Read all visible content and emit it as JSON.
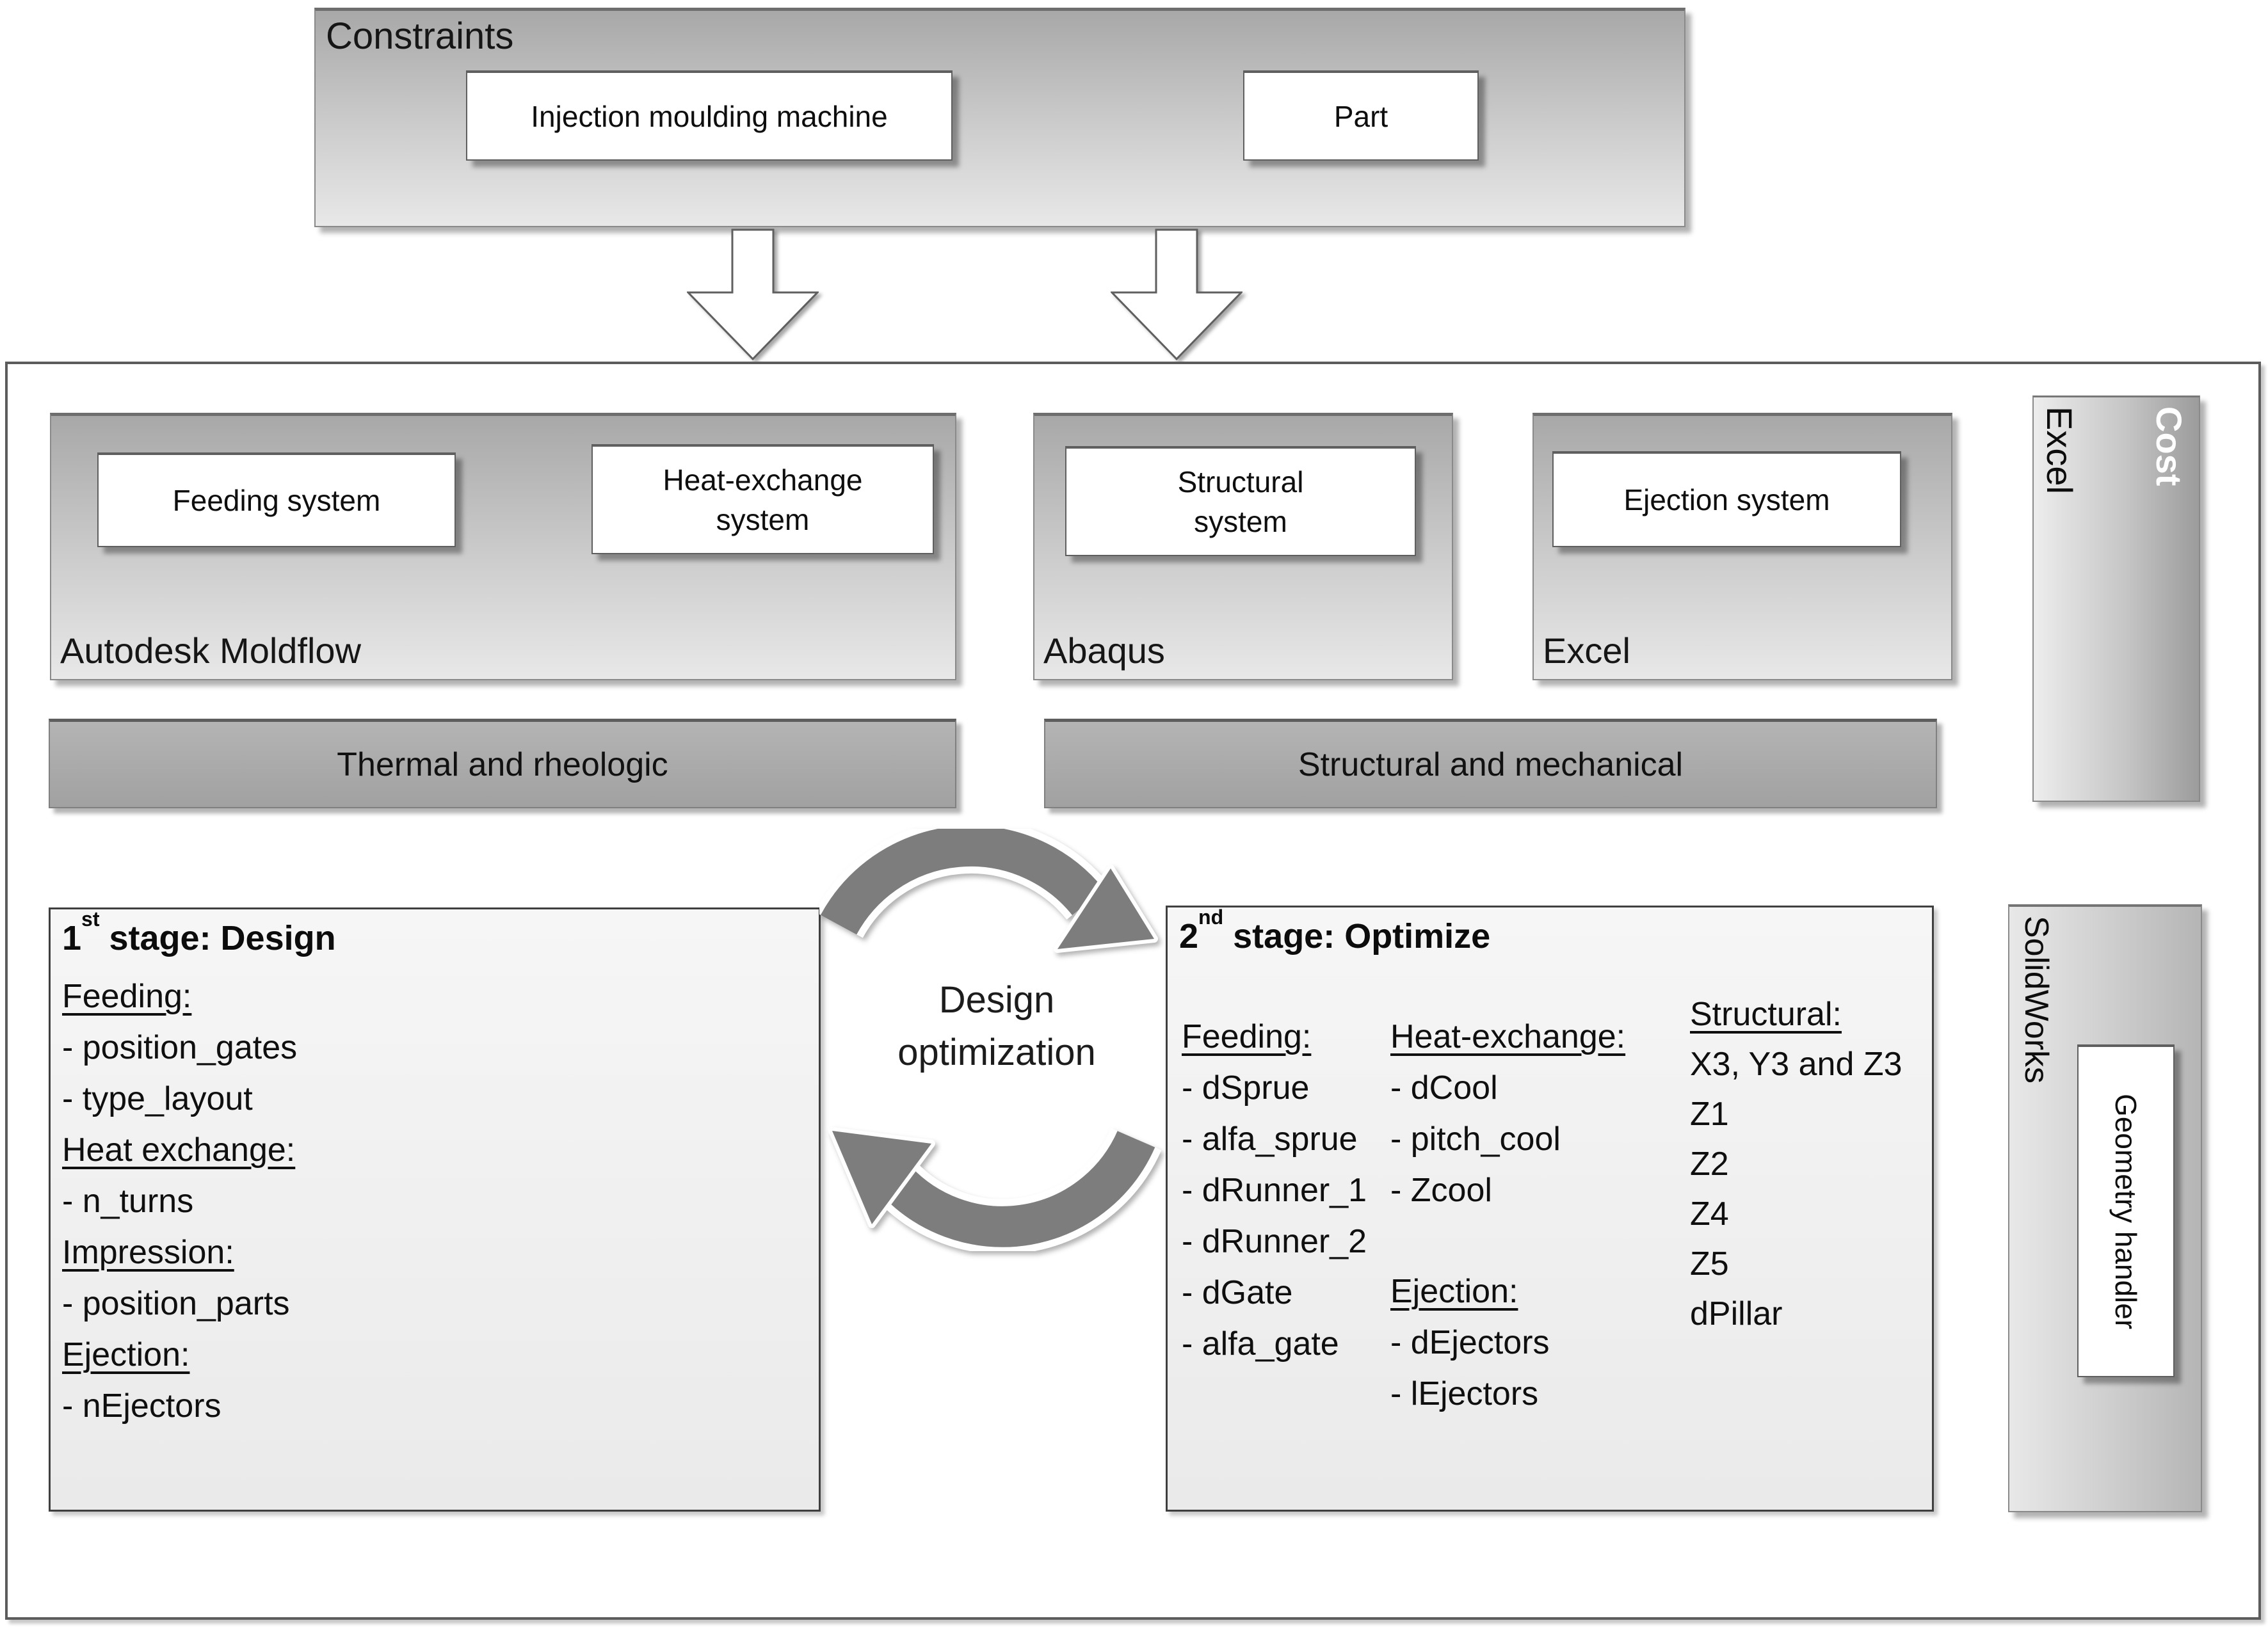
{
  "constraints": {
    "label": "Constraints",
    "machine": "Injection moulding machine",
    "part": "Part"
  },
  "tools": {
    "moldflow": {
      "label": "Autodesk Moldflow",
      "feeding": "Feeding system",
      "heat": "Heat-exchange system"
    },
    "abaqus": {
      "label": "Abaqus",
      "box": "Structural system"
    },
    "excel": {
      "label": "Excel",
      "box": "Ejection system"
    }
  },
  "analyses": {
    "thermal": "Thermal and rheologic",
    "structural": "Structural and mechanical"
  },
  "cost_panel": {
    "tool": "Excel",
    "label": "Cost"
  },
  "geometry_panel": {
    "tool": "SolidWorks",
    "box": "Geometry handler"
  },
  "cycle": {
    "label": "Design optimization"
  },
  "stage1": {
    "number": "1",
    "ordinal": "st",
    "title_rest": " stage: Design",
    "lines": [
      {
        "t": "Feeding:",
        "u": true
      },
      {
        "t": "- position_gates"
      },
      {
        "t": "- type_layout"
      },
      {
        "t": "Heat exchange:",
        "u": true
      },
      {
        "t": "- n_turns"
      },
      {
        "t": "Impression:",
        "u": true
      },
      {
        "t": "- position_parts"
      },
      {
        "t": "Ejection:",
        "u": true
      },
      {
        "t": "- nEjectors"
      }
    ]
  },
  "stage2": {
    "number": "2",
    "ordinal": "nd",
    "title_rest": " stage: Optimize",
    "feeding": [
      {
        "t": "Feeding:",
        "u": true
      },
      {
        "t": "- dSprue"
      },
      {
        "t": "- alfa_sprue"
      },
      {
        "t": "- dRunner_1"
      },
      {
        "t": "- dRunner_2"
      },
      {
        "t": "- dGate"
      },
      {
        "t": "- alfa_gate"
      }
    ],
    "heat": [
      {
        "t": "Heat-exchange:",
        "u": true
      },
      {
        "t": "- dCool"
      },
      {
        "t": "- pitch_cool"
      },
      {
        "t": "- Zcool"
      }
    ],
    "ejection": [
      {
        "t": "Ejection:",
        "u": true
      },
      {
        "t": "- dEjectors"
      },
      {
        "t": "- lEjectors"
      }
    ],
    "structural": [
      {
        "t": "Structural:",
        "u": true
      },
      {
        "t": "X3, Y3 and Z3"
      },
      {
        "t": "Z1"
      },
      {
        "t": "Z2"
      },
      {
        "t": "Z4"
      },
      {
        "t": "Z5"
      },
      {
        "t": "dPillar"
      }
    ]
  },
  "colors": {
    "cycle_arrow_fill": "#7d7d7d",
    "panel_gray_dark": "#a8a8a8",
    "panel_gray_light": "#e8e8e8",
    "cost_text": "#ffffff"
  }
}
